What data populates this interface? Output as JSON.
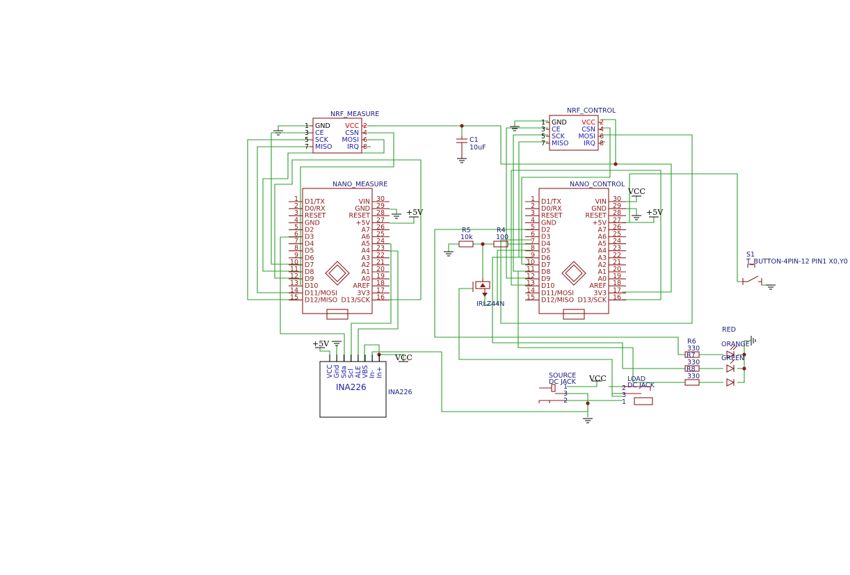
{
  "components": {
    "nrf_measure": {
      "ref": "NRF_MEASURE",
      "left_pins": [
        {
          "n": "1",
          "l": "GND"
        },
        {
          "n": "3",
          "l": "CE"
        },
        {
          "n": "5",
          "l": "SCK"
        },
        {
          "n": "7",
          "l": "MISO"
        }
      ],
      "right_pins": [
        {
          "n": "2",
          "l": "VCC"
        },
        {
          "n": "4",
          "l": "CSN"
        },
        {
          "n": "6",
          "l": "MOSI"
        },
        {
          "n": "8",
          "l": "IRQ"
        }
      ]
    },
    "nrf_control": {
      "ref": "NRF_CONTROL",
      "left_pins": [
        {
          "n": "1",
          "l": "GND"
        },
        {
          "n": "3",
          "l": "CE"
        },
        {
          "n": "5",
          "l": "SCK"
        },
        {
          "n": "7",
          "l": "MISO"
        }
      ],
      "right_pins": [
        {
          "n": "2",
          "l": "VCC"
        },
        {
          "n": "4",
          "l": "CSN"
        },
        {
          "n": "6",
          "l": "MOSI"
        },
        {
          "n": "8",
          "l": "IRQ"
        }
      ]
    },
    "nano_measure": {
      "ref": "NANO_MEASURE"
    },
    "nano_control": {
      "ref": "NANO_CONTROL"
    },
    "nano_left_pins": [
      {
        "n": "1",
        "l": "D1/TX"
      },
      {
        "n": "2",
        "l": "D0/RX"
      },
      {
        "n": "3",
        "l": "RESET"
      },
      {
        "n": "4",
        "l": "GND"
      },
      {
        "n": "5",
        "l": "D2"
      },
      {
        "n": "6",
        "l": "D3"
      },
      {
        "n": "7",
        "l": "D4"
      },
      {
        "n": "8",
        "l": "D5"
      },
      {
        "n": "9",
        "l": "D6"
      },
      {
        "n": "10",
        "l": "D7"
      },
      {
        "n": "11",
        "l": "D8"
      },
      {
        "n": "12",
        "l": "D9"
      },
      {
        "n": "13",
        "l": "D10"
      },
      {
        "n": "14",
        "l": "D11/MOSI"
      },
      {
        "n": "15",
        "l": "D12/MISO"
      }
    ],
    "nano_right_pins": [
      {
        "n": "30",
        "l": "VIN"
      },
      {
        "n": "29",
        "l": "GND"
      },
      {
        "n": "28",
        "l": "RESET"
      },
      {
        "n": "27",
        "l": "+5V"
      },
      {
        "n": "26",
        "l": "A7"
      },
      {
        "n": "25",
        "l": "A6"
      },
      {
        "n": "24",
        "l": "A5"
      },
      {
        "n": "23",
        "l": "A4"
      },
      {
        "n": "22",
        "l": "A3"
      },
      {
        "n": "21",
        "l": "A2"
      },
      {
        "n": "20",
        "l": "A1"
      },
      {
        "n": "19",
        "l": "A0"
      },
      {
        "n": "18",
        "l": "AREF"
      },
      {
        "n": "17",
        "l": "3V3"
      },
      {
        "n": "16",
        "l": "D13/SCK"
      }
    ],
    "c1": {
      "ref": "C1",
      "value": "10uF"
    },
    "r5": {
      "ref": "R5",
      "value": "10k"
    },
    "r4": {
      "ref": "R4",
      "value": "100"
    },
    "mosfet": {
      "value": "IRLZ44N"
    },
    "ina226": {
      "title": "INA226",
      "ref": "INA226",
      "pins": [
        "VCC",
        "Gnd",
        "Sda",
        "Scl",
        "ALE",
        "VBS",
        "In-",
        "In+"
      ]
    },
    "s1": {
      "ref": "S1",
      "value": "T_BUTTON-4PIN-12 PIN1 X0,Y0"
    },
    "source_jack": {
      "name": "SOURCE",
      "type": "DC JACK",
      "pins": [
        "1",
        "3",
        "2"
      ]
    },
    "load_jack": {
      "name": "LOAD",
      "type": "DC JACK",
      "pins": [
        "2",
        "3",
        "1"
      ]
    },
    "resistors": [
      {
        "ref": "R6",
        "value": "330"
      },
      {
        "ref": "R7",
        "value": "330"
      },
      {
        "ref": "R8",
        "value": "330"
      }
    ],
    "leds": [
      "RED",
      "ORANGE",
      "GREEN"
    ],
    "power": {
      "vcc": "VCC",
      "p5v": "+5V"
    }
  }
}
